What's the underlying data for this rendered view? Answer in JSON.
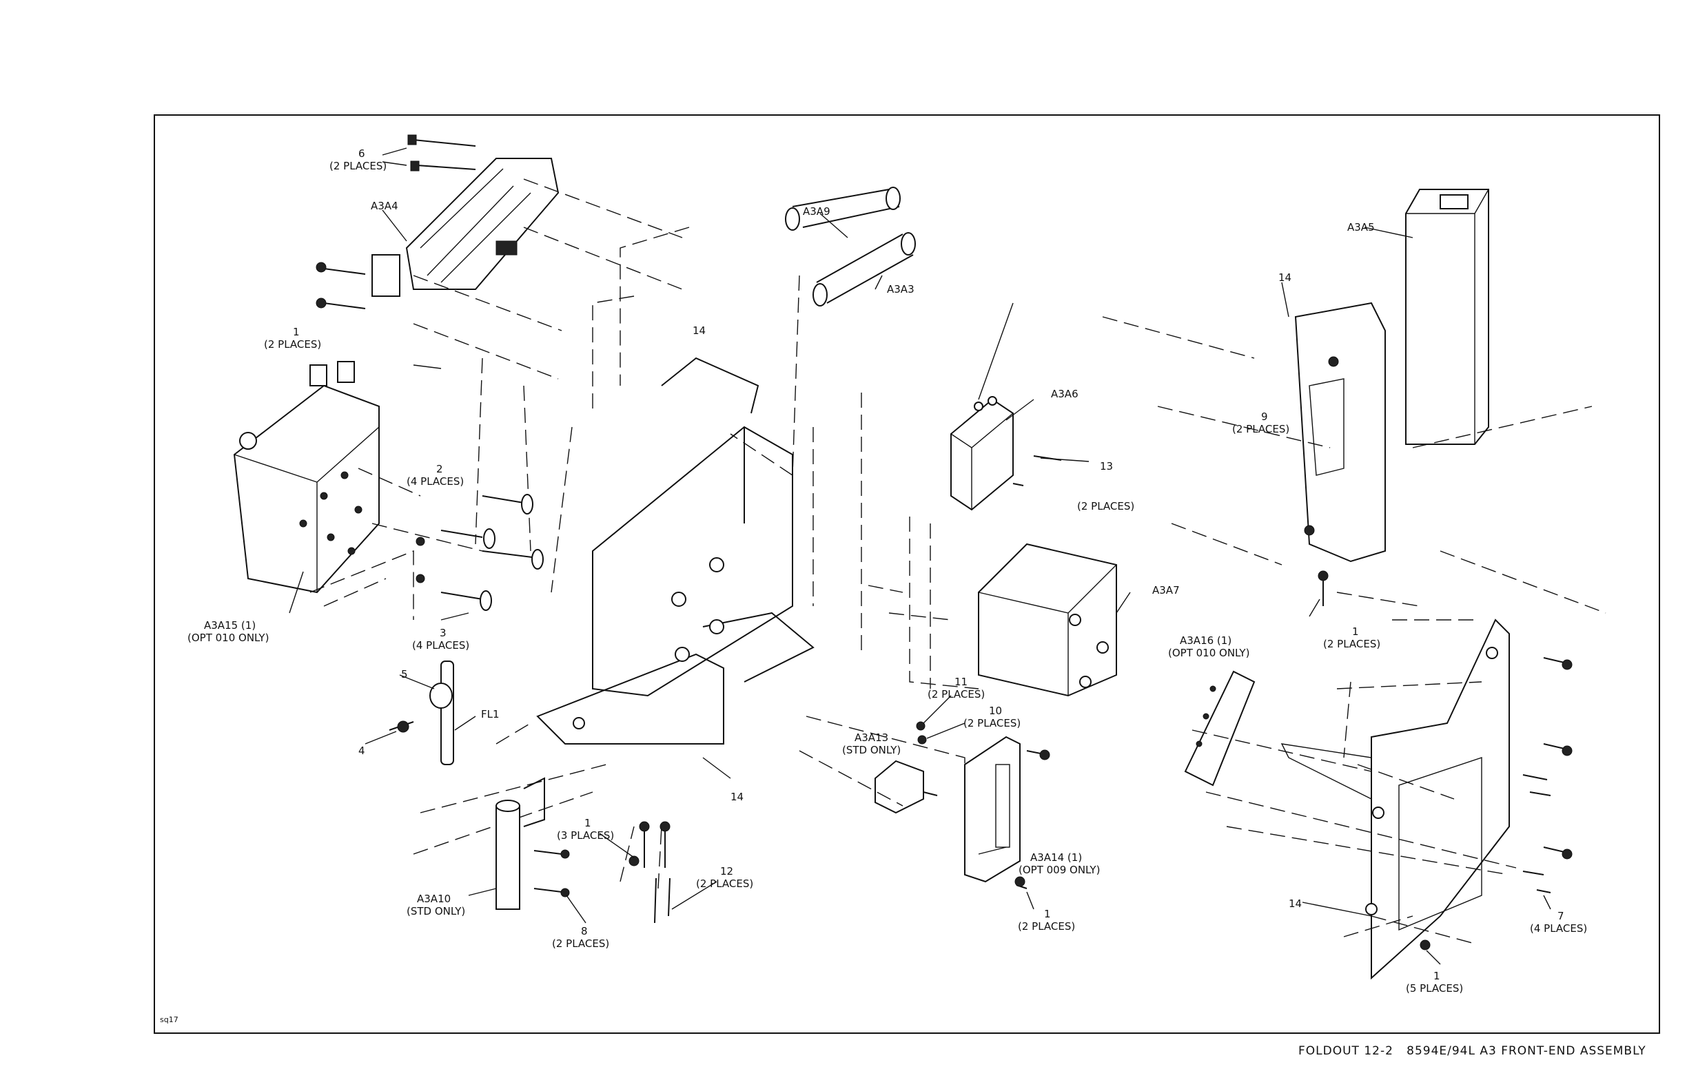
{
  "caption": "FOLDOUT 12-2   8594E/94L A3 FRONT-END ASSEMBLY",
  "sheet_id": "sq17",
  "labels": {
    "l6": "6",
    "l6b": "(2 PLACES)",
    "a3a4": "A3A4",
    "a3a9": "A3A9",
    "a3a3": "A3A3",
    "a3a5": "A3A5",
    "l1a": "1",
    "l1ab": "(2 PLACES)",
    "l14a": "14",
    "l14b": "14",
    "a3a6": "A3A6",
    "l9": "9",
    "l9b": "(2 PLACES)",
    "l2": "2",
    "l2b": "(4 PLACES)",
    "l13": "13",
    "l13b": "(2 PLACES)",
    "a3a7": "A3A7",
    "a3a15": "A3A15 (1)",
    "a3a15b": "(OPT 010 ONLY)",
    "l3": "3",
    "l3b": "(4 PLACES)",
    "l1b": "1",
    "l1bb": "(2 PLACES)",
    "a3a16": "A3A16 (1)",
    "a3a16b": "(OPT 010 ONLY)",
    "l5": "5",
    "fl1": "FL1",
    "l4": "4",
    "l11": "11",
    "l11b": "(2 PLACES)",
    "l10": "10",
    "l10b": "(2 PLACES)",
    "a3a13": "A3A13",
    "a3a13b": "(STD ONLY)",
    "l14c": "14",
    "l1c": "1",
    "l1cb": "(3 PLACES)",
    "l12": "12",
    "l12b": "(2 PLACES)",
    "a3a14": "A3A14 (1)",
    "a3a14b": "(OPT 009 ONLY)",
    "l1d": "1",
    "l1db": "(2 PLACES)",
    "a3a10": "A3A10",
    "a3a10b": "(STD ONLY)",
    "l8": "8",
    "l8b": "(2 PLACES)",
    "l14d": "14",
    "l7": "7",
    "l7b": "(4 PLACES)",
    "l1e": "1",
    "l1eb": "(5 PLACES)"
  }
}
